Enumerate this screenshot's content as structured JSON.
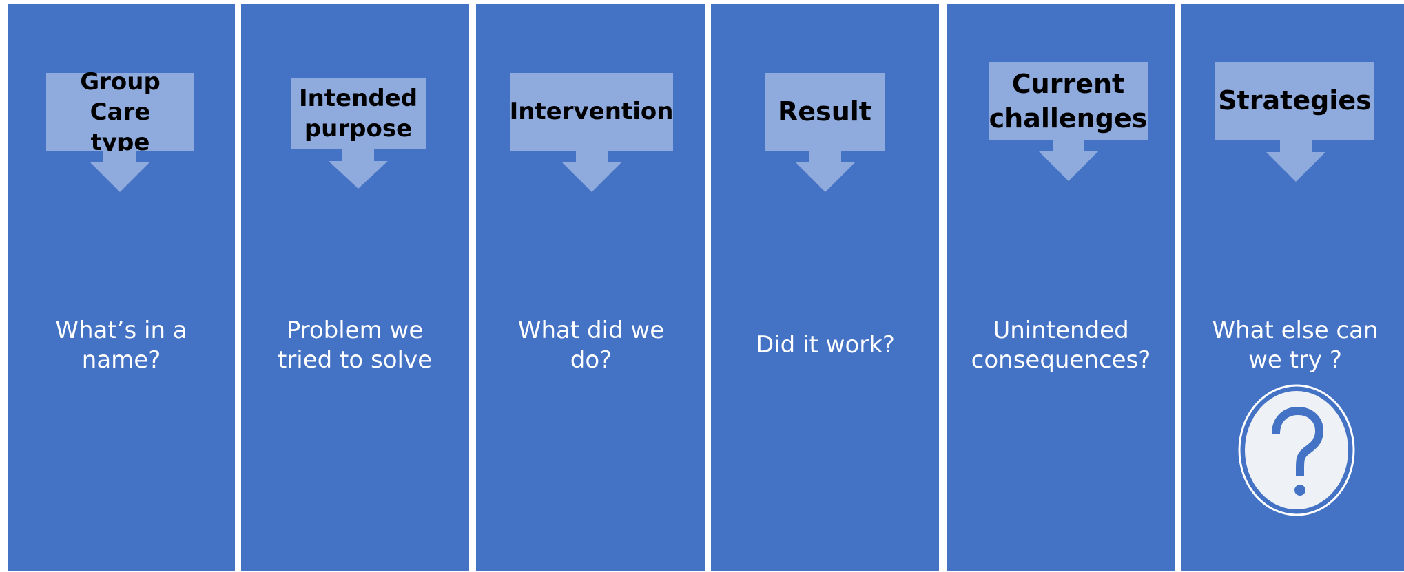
{
  "colors": {
    "panel": "#4472c4",
    "callout": "#8faadc",
    "callout_text": "#000000",
    "question_text": "#ffffff",
    "background": "#ffffff"
  },
  "columns": [
    {
      "header": "Group Care type",
      "question": "What’s in a name?"
    },
    {
      "header": "Intended purpose",
      "question": "Problem we tried to solve"
    },
    {
      "header": "Intervention",
      "question": "What did we do?"
    },
    {
      "header": "Result",
      "question": "Did it work?"
    },
    {
      "header": "Current challenges",
      "question": "Unintended consequences?"
    },
    {
      "header": "Strategies",
      "question": "What else can we try ?"
    }
  ],
  "icons": {
    "question_mark": "question-mark-icon"
  }
}
